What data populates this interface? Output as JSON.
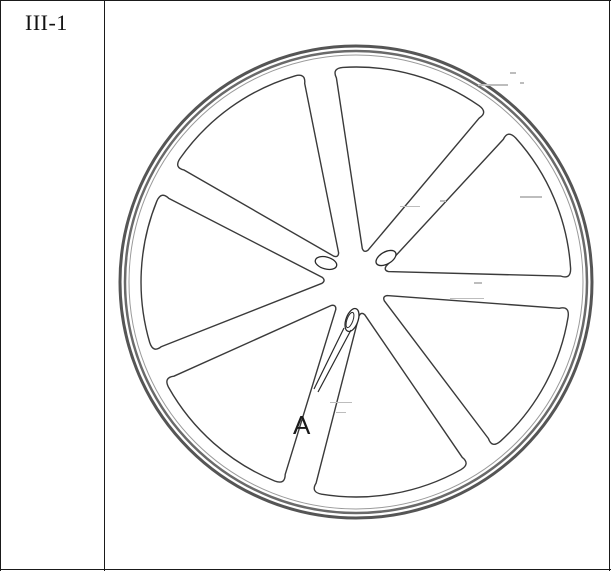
{
  "table": {
    "label": "III-1"
  },
  "diagram": {
    "annotation_label": "A",
    "segment_count": 7,
    "stroke_color": "#3a3a3a",
    "rim_color": "#4d4d4d"
  }
}
